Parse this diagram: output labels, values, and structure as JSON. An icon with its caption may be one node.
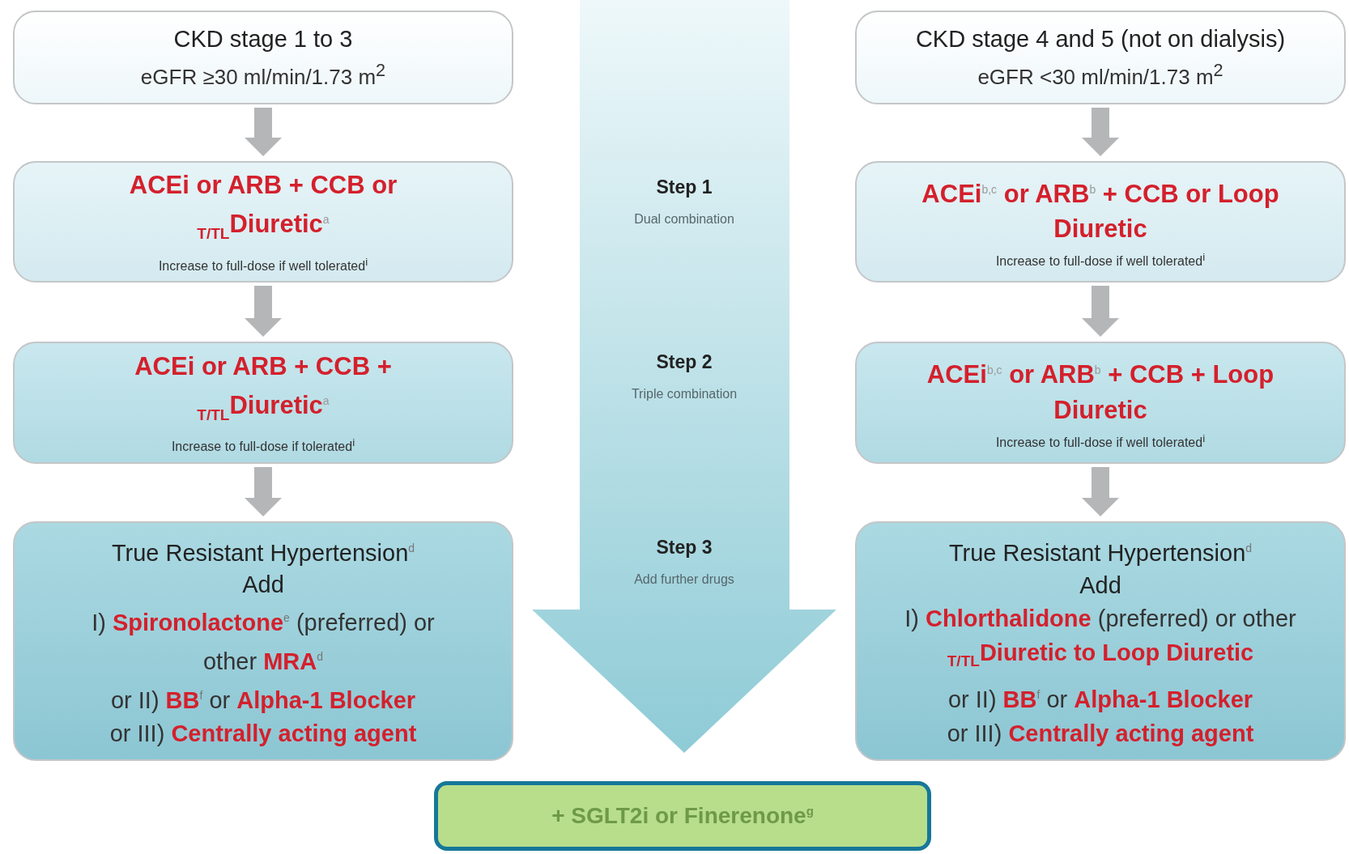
{
  "diagram": {
    "nodes": [
      {
        "text": [
          "CKD stage 1 to 3",
          "eGFR ≥30 ml/min/1.73 m$^{2}$"
        ]
      },
      {
        "text": [
          "ACEi or ARB + CCB or $_{T/TL}$Diuretic$^{a}$",
          "Increase to full-dose if well tolerated$^{i}$"
        ]
      },
      {
        "text": [
          "ACEi or ARB + CCB + $_{T/TL}$Diuretic$^{a}$",
          "Increase to full-dose if tolerated$^{i}$"
        ]
      },
      {
        "text": [
          "True Resistant Hypertension$^{d}$",
          "Add",
          "I) **Spironolactone**$^{e}$ (preferred) or other **MRA**$^{d}$",
          "or II) **BB**$^{f}$ or **Alpha-1 Blocker**",
          "or III) **Centrally acting agent**"
        ]
      },
      {
        "text": [
          "CKD stage 4 and 5 (not on dialysis)",
          "eGFR <30 ml/min/1.73 m$^{2}$"
        ]
      },
      {
        "text": [
          "ACEi$^{b,c}$ or ARB$^{b}$ + CCB or Loop Diuretic",
          "Increase to full-dose if well tolerated$^{i}$"
        ]
      },
      {
        "text": [
          "ACEi$^{b,c}$ or ARB$^{b}$ + CCB + Loop Diuretic",
          "Increase to full-dose if well tolerated$^{i}$"
        ]
      },
      {
        "text": [
          "True Resistant Hypertension$^{d}$",
          "Add",
          "I) **Chlorthalidone** (preferred) or other $_{T/TL}$**Diuretic to Loop Diuretic**",
          "or II) **BB**$^{f}$ or **Alpha-1 Blocker**",
          "or III) **Centrally acting agent**"
        ]
      },
      {
        "text": [
          "Step 1",
          "Dual combination",
          "Step 2",
          "Triple combination",
          "Step 3",
          "Add further drugs"
        ]
      },
      {
        "text": [
          "+ SGLT2i or Finerenone$^{g}$"
        ]
      }
    ],
    "edges": [
      {
        "from": 0,
        "to": 1,
        "arrow": "to"
      },
      {
        "from": 1,
        "to": 2,
        "arrow": "to"
      },
      {
        "from": 2,
        "to": 3,
        "arrow": "to"
      },
      {
        "from": 4,
        "to": 5,
        "arrow": "to"
      },
      {
        "from": 5,
        "to": 6,
        "arrow": "to"
      },
      {
        "from": 6,
        "to": 7,
        "arrow": "to"
      }
    ]
  }
}
